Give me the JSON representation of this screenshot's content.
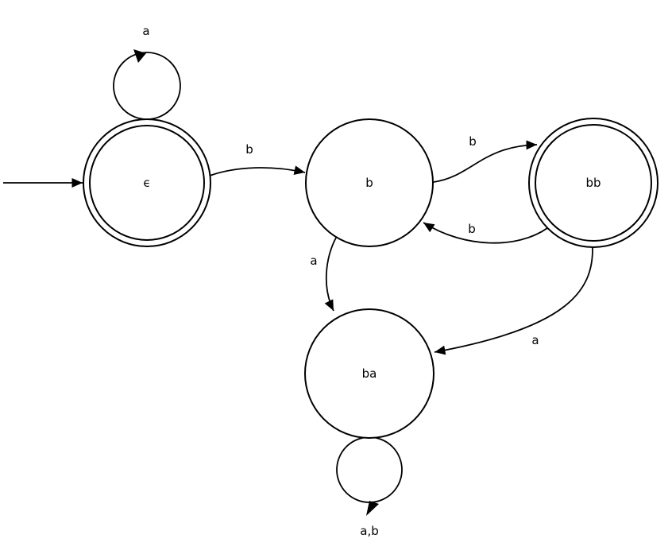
{
  "diagram": {
    "type": "finite-state-automaton",
    "background_color": "#ffffff",
    "stroke_color": "#000000",
    "states": [
      {
        "id": "epsilon",
        "label": "ϵ",
        "accepting": true,
        "start": true
      },
      {
        "id": "b",
        "label": "b",
        "accepting": false,
        "start": false
      },
      {
        "id": "bb",
        "label": "bb",
        "accepting": true,
        "start": false
      },
      {
        "id": "ba",
        "label": "ba",
        "accepting": false,
        "start": false
      }
    ],
    "transitions": [
      {
        "from": "epsilon",
        "to": "epsilon",
        "label": "a"
      },
      {
        "from": "epsilon",
        "to": "b",
        "label": "b"
      },
      {
        "from": "b",
        "to": "bb",
        "label": "b"
      },
      {
        "from": "bb",
        "to": "b",
        "label": "b"
      },
      {
        "from": "b",
        "to": "ba",
        "label": "a"
      },
      {
        "from": "bb",
        "to": "ba",
        "label": "a"
      },
      {
        "from": "ba",
        "to": "ba",
        "label": "a,b"
      }
    ]
  }
}
